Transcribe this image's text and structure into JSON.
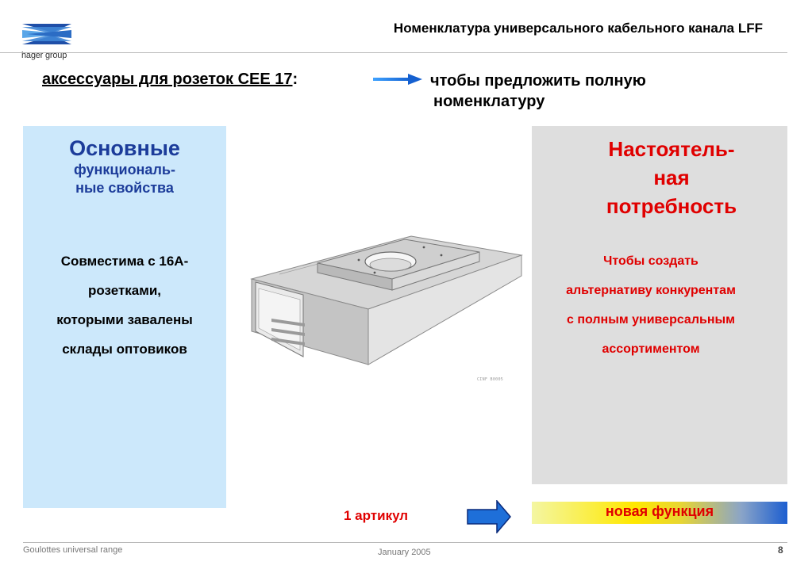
{
  "header": {
    "brand": "hager group",
    "title": "Номенклатура универсального кабельного канала LFF"
  },
  "intro": {
    "accessory_label": "аксессуары для розеток CEE 17",
    "accessory_colon": ":",
    "goal_line1": "чтобы предложить полную",
    "goal_line2": "номенклатуру"
  },
  "left_panel": {
    "heading_line1": "Основные",
    "heading_line2": "функциональ-",
    "heading_line3": "ные свойства",
    "text_lines": [
      "Совместима с 16А-",
      "розетками,",
      "которыми завалены",
      "склады оптовиков"
    ]
  },
  "right_panel": {
    "heading_lines": [
      "Настоятель-",
      "ная",
      "потребность"
    ],
    "text_lines": [
      "Чтобы создать",
      "альтернативу конкурентам",
      "с полным универсальным",
      "ассортиментом"
    ]
  },
  "product_image": {
    "code_text": "CINF B0005"
  },
  "bottom": {
    "article": "1  артикул",
    "new_function": "новая функция"
  },
  "footer": {
    "left": "Goulottes universal range",
    "center": "January 2005",
    "page": "8"
  },
  "colors": {
    "navy": "#1c3c9a",
    "red": "#e00000",
    "left_panel_bg": "#cce8fb",
    "right_panel_bg": "#dedede",
    "arrow_blue": "#1e6fd9"
  },
  "icons": {
    "logo": "hager-logo-icon",
    "arrow": "right-arrow-icon",
    "block_arrow": "block-right-arrow-icon"
  }
}
